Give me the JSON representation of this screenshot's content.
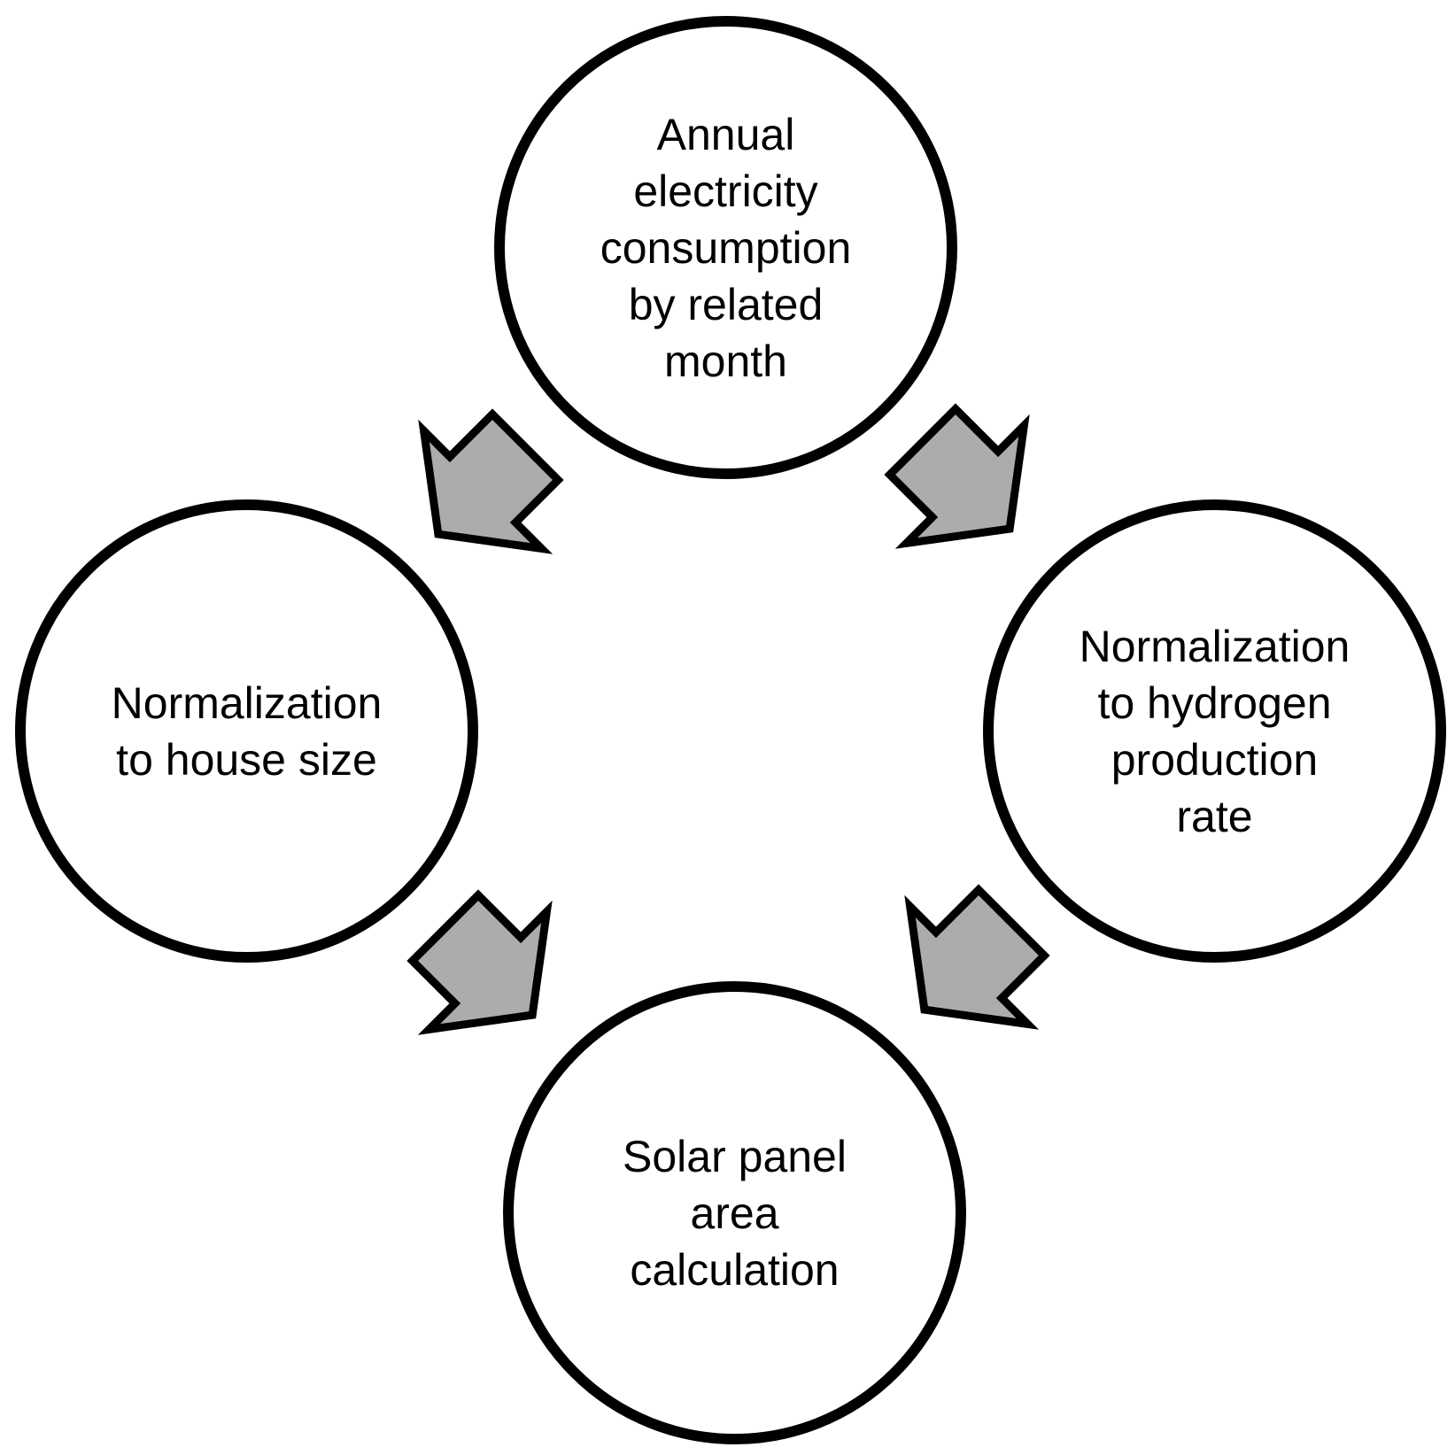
{
  "colors": {
    "background": "#ffffff",
    "node-stroke": "#000000",
    "text-color": "#000000",
    "arrow-fill": "#acacac",
    "arrow-stroke": "#000000"
  },
  "diagram": {
    "type": "flow",
    "nodes": [
      {
        "id": "annual-electricity-consumption",
        "position": "top",
        "label": "Annual\nelectricity\nconsumption\nby related\nmonth"
      },
      {
        "id": "normalization-house-size",
        "position": "left",
        "label": "Normalization\nto house size"
      },
      {
        "id": "normalization-hydrogen-rate",
        "position": "right",
        "label": "Normalization\nto hydrogen\nproduction\nrate"
      },
      {
        "id": "solar-panel-area-calculation",
        "position": "bottom",
        "label": "Solar panel\narea\ncalculation"
      }
    ],
    "arrows": [
      {
        "from": "annual-electricity-consumption",
        "to": "normalization-house-size",
        "direction": "down-left"
      },
      {
        "from": "annual-electricity-consumption",
        "to": "normalization-hydrogen-rate",
        "direction": "down-right"
      },
      {
        "from": "normalization-house-size",
        "to": "solar-panel-area-calculation",
        "direction": "down-right"
      },
      {
        "from": "normalization-hydrogen-rate",
        "to": "solar-panel-area-calculation",
        "direction": "down-left"
      }
    ]
  }
}
